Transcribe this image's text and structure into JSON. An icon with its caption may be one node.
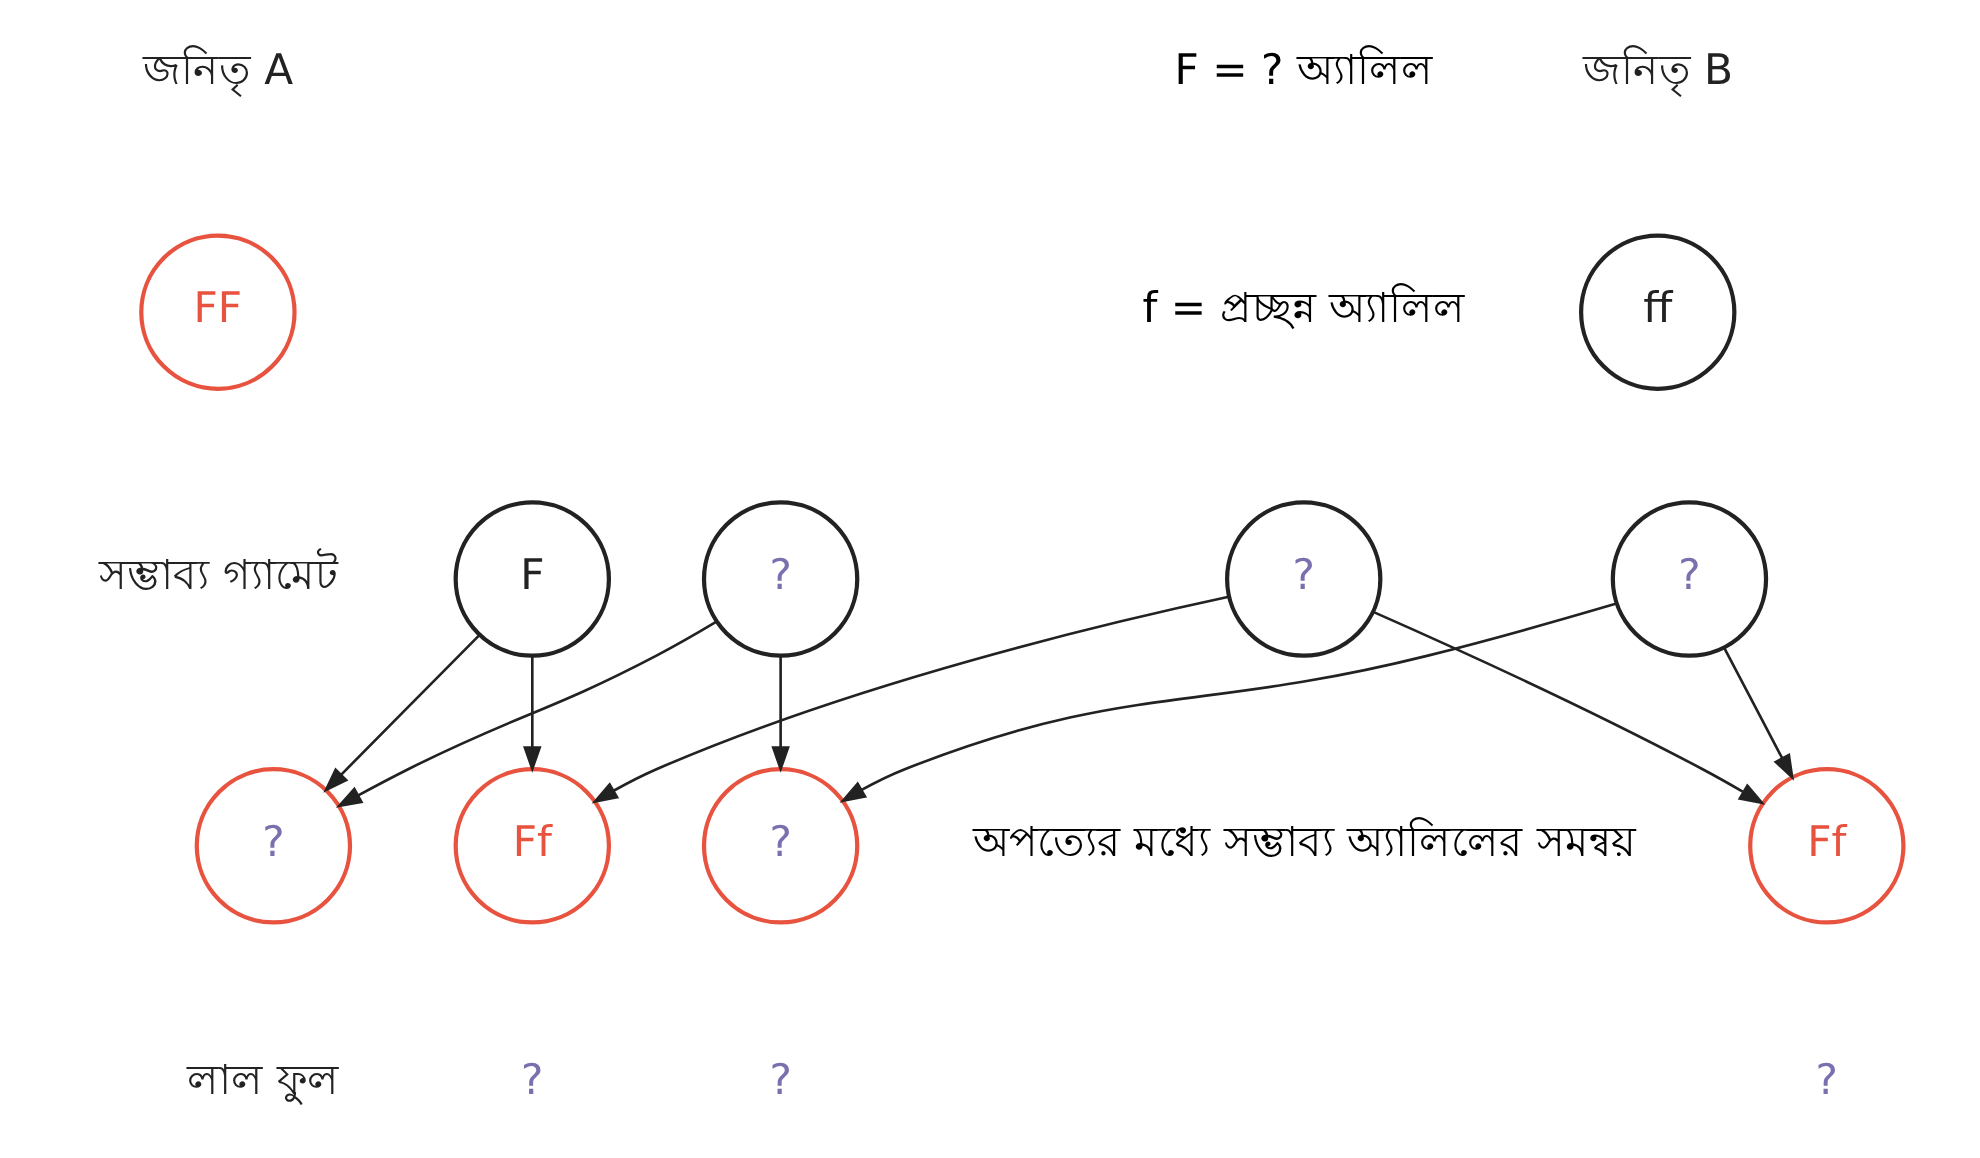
{
  "diagram": {
    "nodes": [
      {
        "text": [
          "FF"
        ],
        "beside": [
          "জনিতৃ A"
        ]
      },
      {
        "text": [
          "ff"
        ],
        "beside": [
          "জনিতৃ B"
        ]
      },
      {
        "text": [
          "F"
        ],
        "beside": [
          "সম্ভাব্য গ্যামেট"
        ]
      },
      {
        "text": [
          "?"
        ]
      },
      {
        "text": [
          "?"
        ]
      },
      {
        "text": [
          "?"
        ]
      },
      {
        "text": [
          "?"
        ],
        "beside": [
          "লাল ফুল"
        ]
      },
      {
        "text": [
          "Ff"
        ],
        "beside": [
          "?"
        ]
      },
      {
        "text": [
          "?"
        ],
        "beside": [
          "?"
        ]
      },
      {
        "text": [
          "Ff"
        ],
        "beside": [
          "?"
        ]
      }
    ],
    "edges": [
      {
        "from": 2,
        "to": 6,
        "arrow": "to"
      },
      {
        "from": 2,
        "to": 7,
        "arrow": "to"
      },
      {
        "from": 3,
        "to": 8,
        "arrow": "to"
      },
      {
        "from": 3,
        "to": 9,
        "arrow": "to"
      },
      {
        "from": 4,
        "to": 6,
        "arrow": "to"
      },
      {
        "from": 4,
        "to": 8,
        "arrow": "to"
      },
      {
        "from": 5,
        "to": 7,
        "arrow": "to"
      },
      {
        "from": 5,
        "to": 9,
        "arrow": "to"
      }
    ],
    "labels": [
      "F = ? অ্যালিল",
      "f = প্রচ্ছন্ন অ্যালিল",
      "অপত্যের মধ্যে সম্ভাব্য অ্যালিলের সমন্বয়"
    ]
  }
}
